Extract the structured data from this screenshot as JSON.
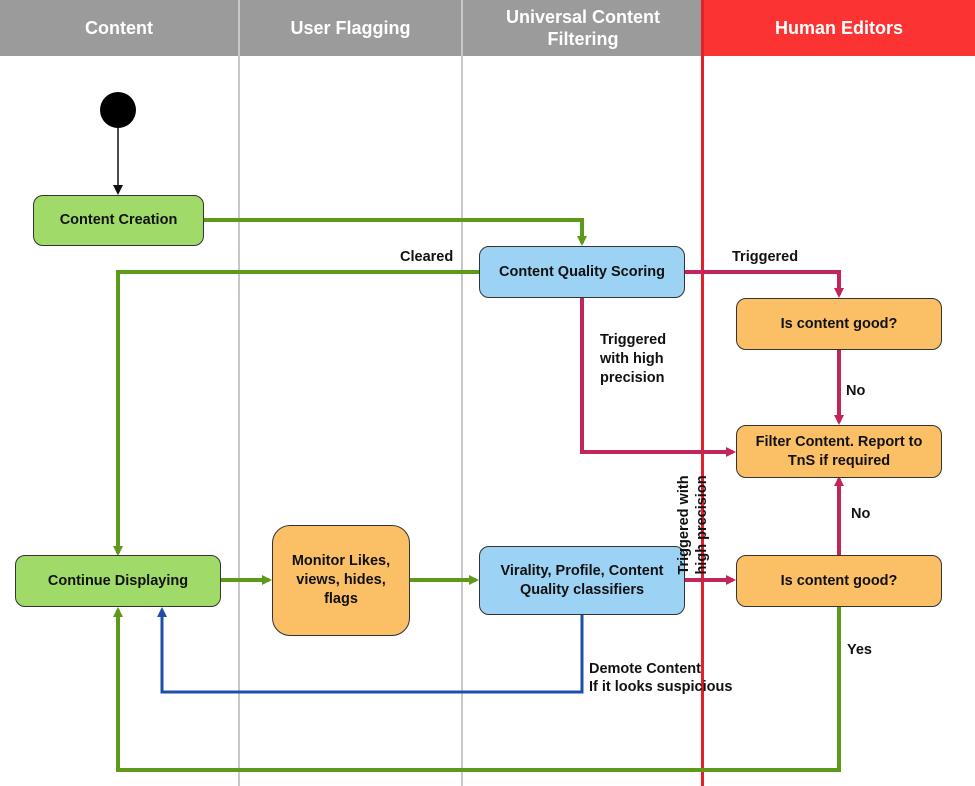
{
  "lanes": {
    "content": "Content",
    "user_flagging": "User Flagging",
    "universal_filtering": "Universal Content Filtering",
    "human_editors": "Human Editors"
  },
  "nodes": {
    "content_creation": "Content Creation",
    "content_quality_scoring": "Content Quality Scoring",
    "is_content_good_top": "Is content good?",
    "filter_content": "Filter Content. Report to TnS if required",
    "continue_displaying": "Continue Displaying",
    "monitor": "Monitor Likes, views, hides, flags",
    "virality_classifiers": "Virality, Profile, Content Quality classifiers",
    "is_content_good_bottom": "Is content good?"
  },
  "edge_labels": {
    "cleared": "Cleared",
    "triggered": "Triggered",
    "triggered_high_precision": "Triggered with high precision",
    "no_top": "No",
    "no_bottom": "No",
    "yes": "Yes",
    "triggered_high_precision_vertical": "Triggered with high precision",
    "demote_line1": "Demote Content",
    "demote_line2": "If it looks suspicious"
  },
  "colors": {
    "lane_header_gray": "#9b9b9b",
    "lane_header_red": "#fb3333",
    "node_green": "#a0db6a",
    "node_blue": "#9cd2f4",
    "node_orange": "#fbbf66",
    "arrow_green": "#5e9a1a",
    "arrow_magenta": "#c2255c",
    "arrow_blue": "#1e4fa8"
  }
}
